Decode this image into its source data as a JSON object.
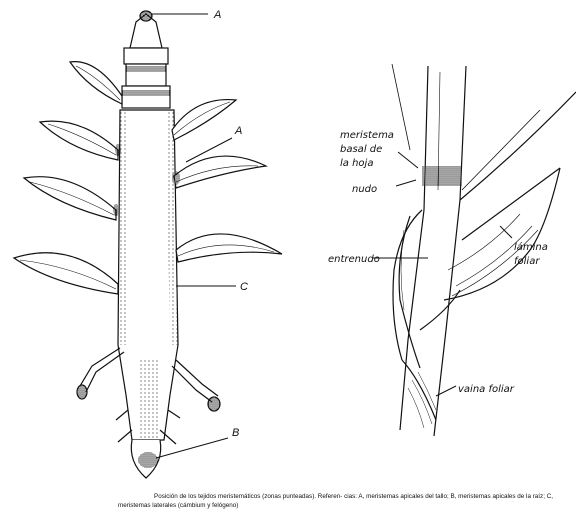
{
  "labels": {
    "a_top": "A",
    "a_side": "A",
    "b": "B",
    "c": "C",
    "meristema_1": "meristema",
    "meristema_2": "basal de",
    "meristema_3": "la hoja",
    "nudo": "nudo",
    "entrenudo": "entrenudo",
    "lamina_1": "lámina",
    "lamina_2": "foliar",
    "vaina": "vaina foliar"
  },
  "caption": {
    "line1": "Posición de los tejidos meristemáticos (zonas punteadas). Referen-",
    "line2": "cias: A, meristemas apicales del tallo; B, meristemas apicales de la raíz; C,",
    "line3": "meristemas laterales (cámbium y felógeno)"
  }
}
